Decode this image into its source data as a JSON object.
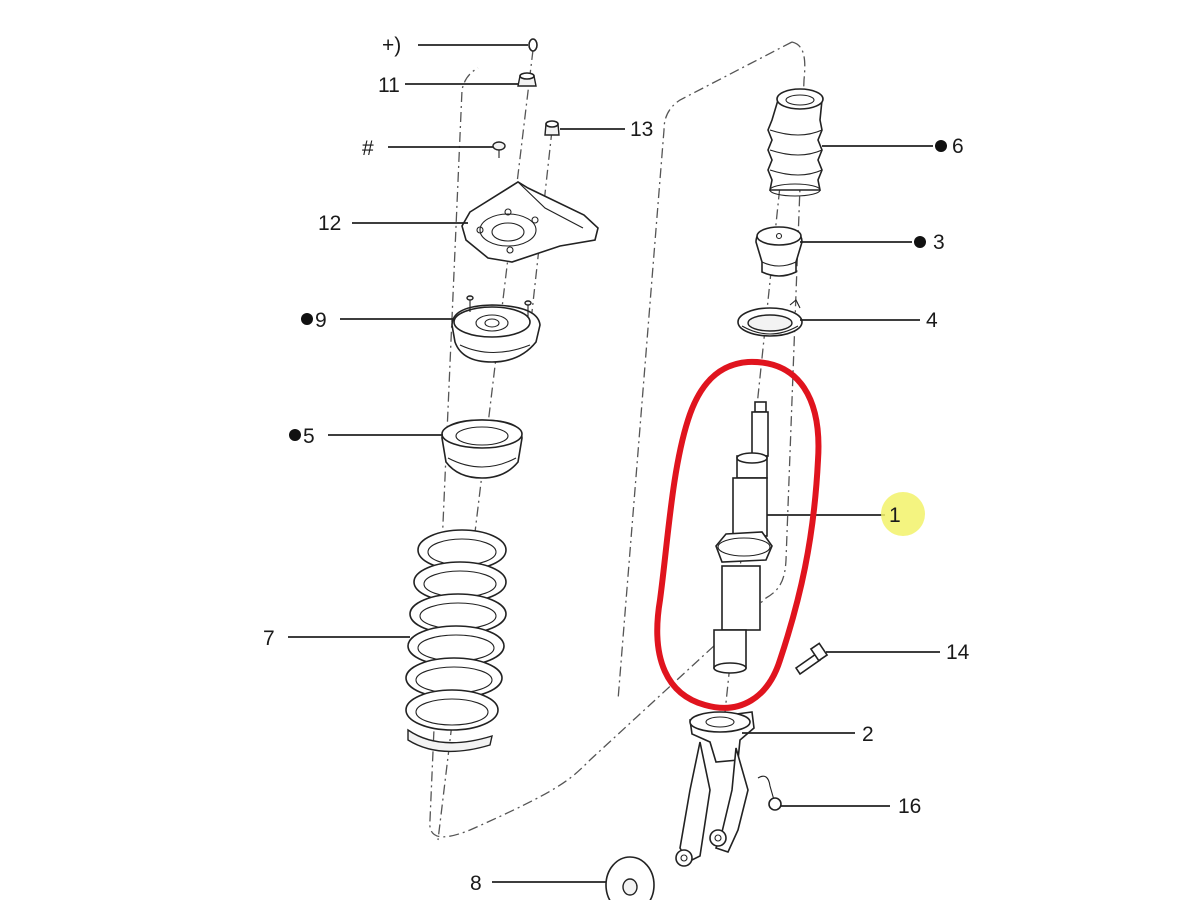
{
  "callouts": {
    "c_plus": "+)",
    "c11": "11",
    "c13": "13",
    "c_hash": "#",
    "c12": "12",
    "c9": "9",
    "c5": "5",
    "c7": "7",
    "c6": "6",
    "c3": "3",
    "c4": "4",
    "c1": "1",
    "c14": "14",
    "c2": "2",
    "c16": "16",
    "c8": "8"
  },
  "colors": {
    "highlight_ring": "#e0141e",
    "label_highlight": "#f2f26a",
    "line": "#222222"
  }
}
